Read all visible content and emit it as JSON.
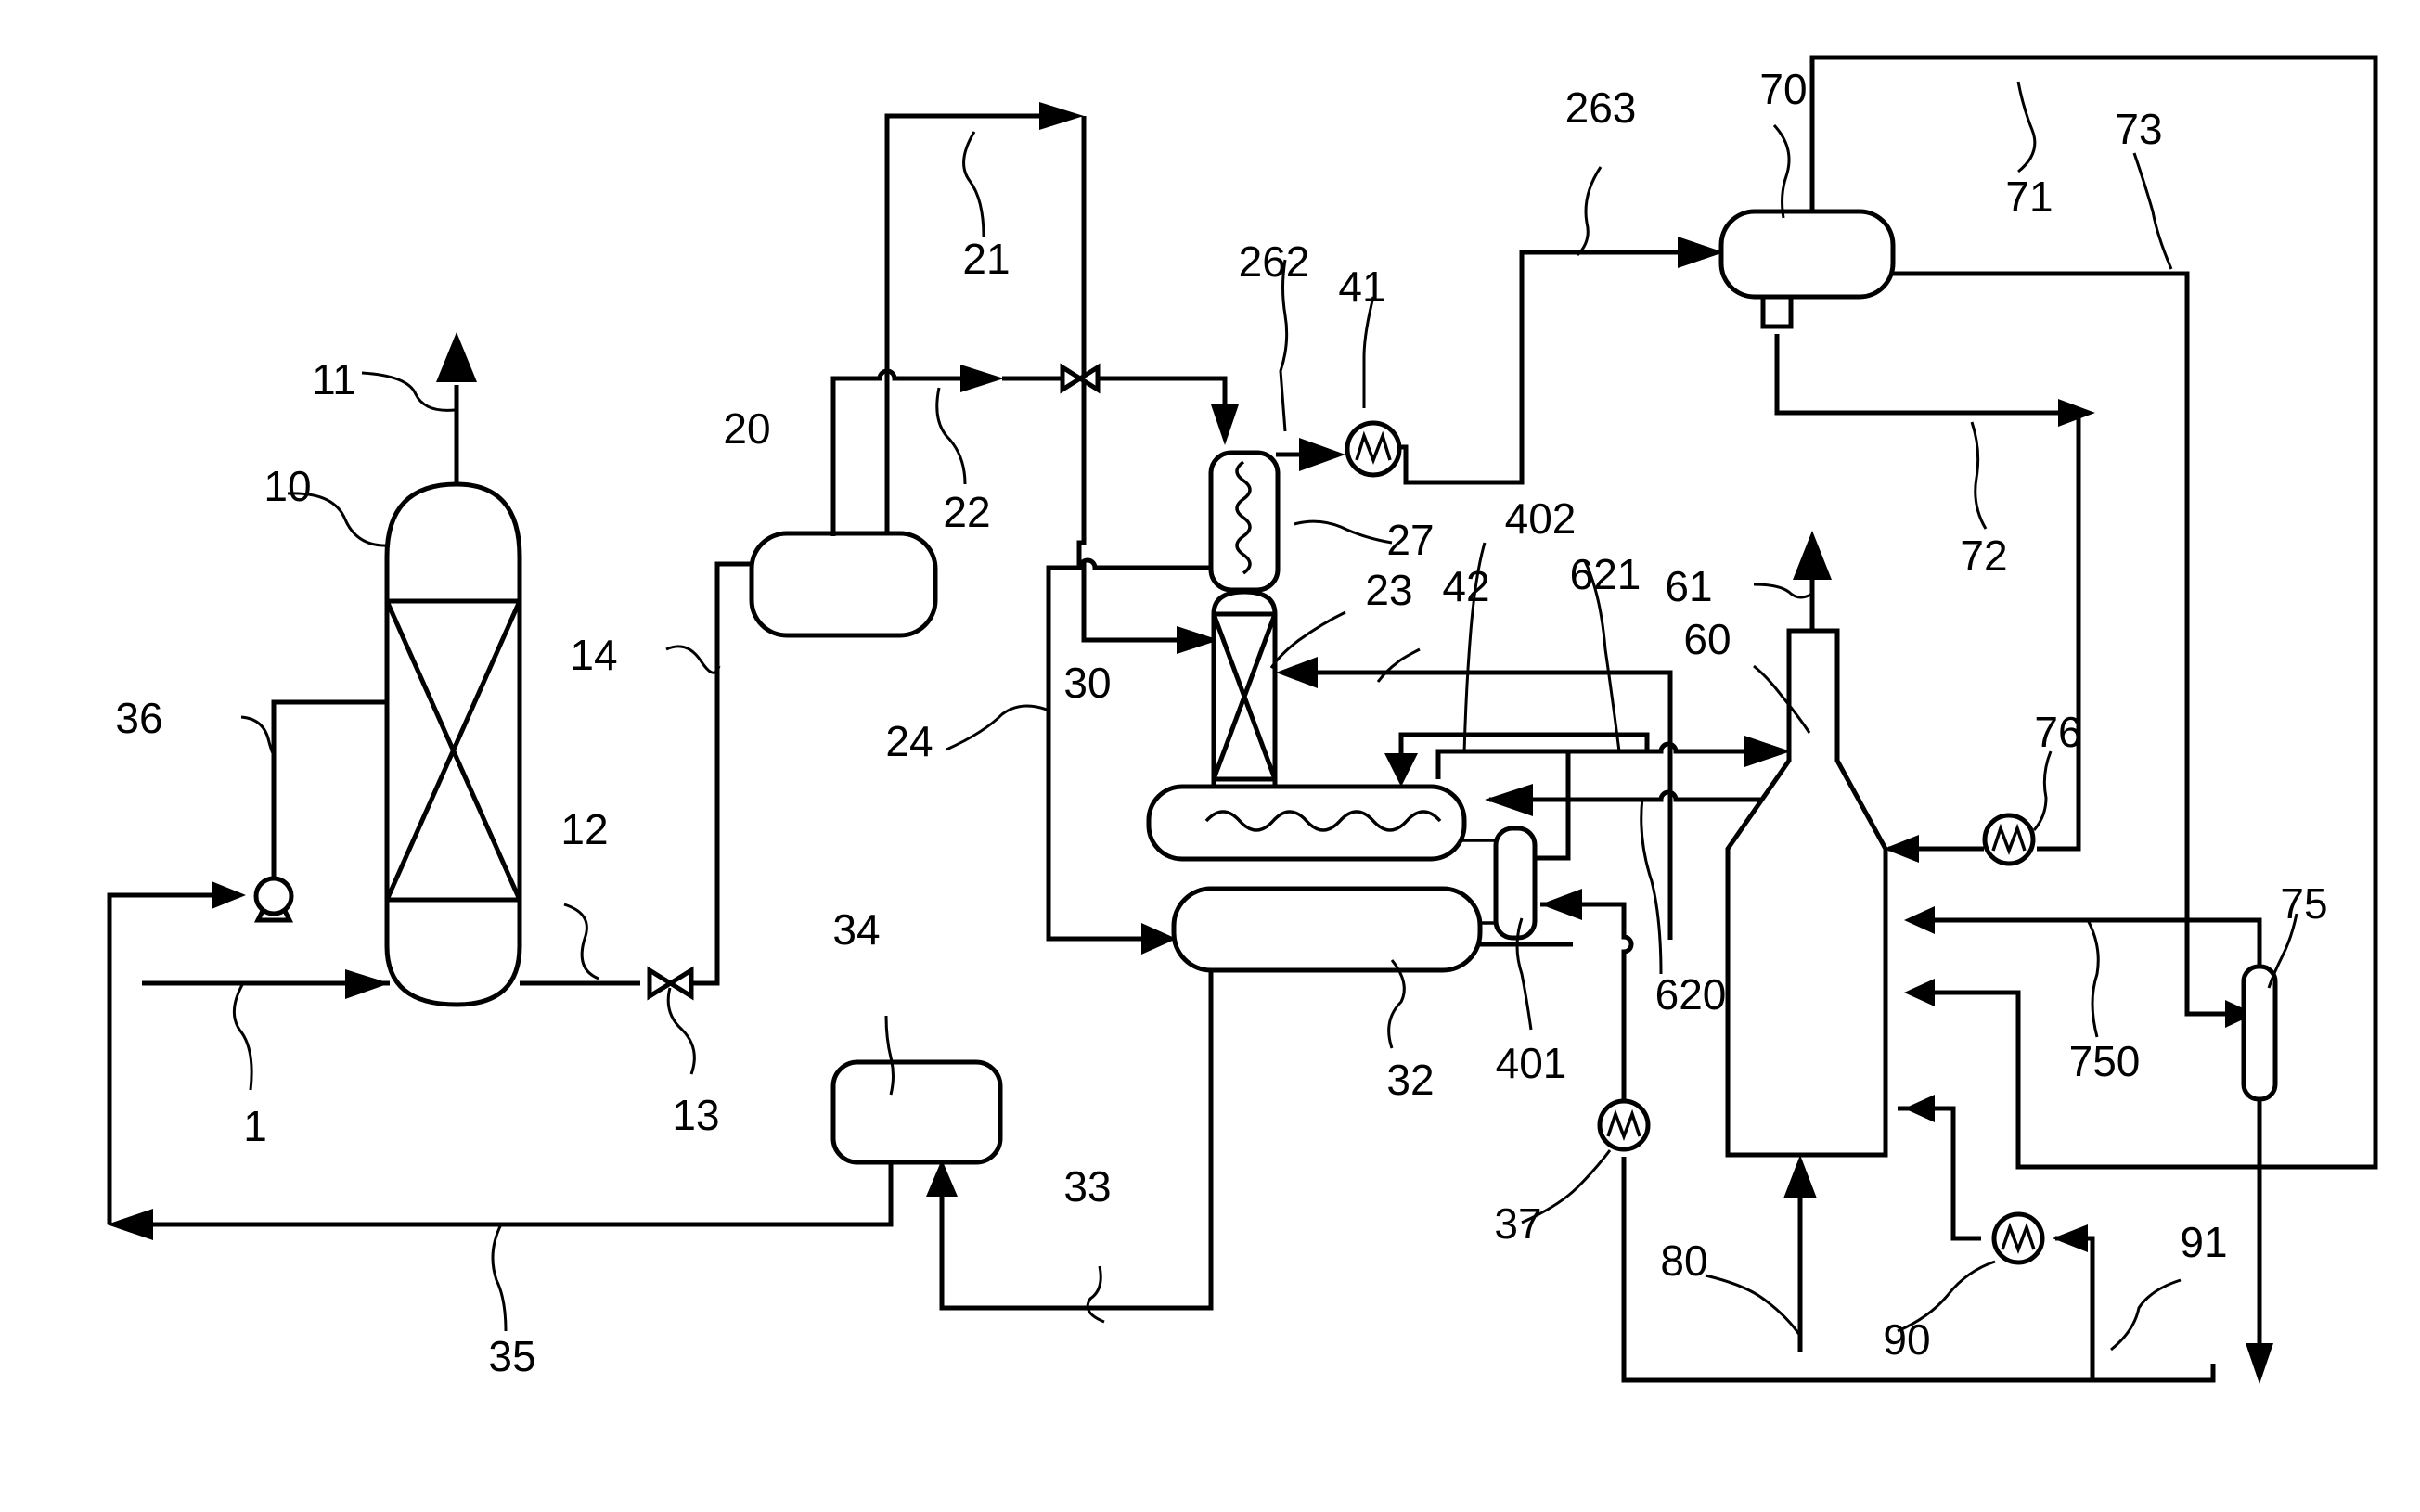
{
  "labels": {
    "l1": "1",
    "l10": "10",
    "l11": "11",
    "l12": "12",
    "l13": "13",
    "l14": "14",
    "l20": "20",
    "l21": "21",
    "l22": "22",
    "l23": "23",
    "l24": "24",
    "l27": "27",
    "l30": "30",
    "l32": "32",
    "l33": "33",
    "l34": "34",
    "l35": "35",
    "l36": "36",
    "l37": "37",
    "l41": "41",
    "l42": "42",
    "l401": "401",
    "l402": "402",
    "l60": "60",
    "l61": "61",
    "l620": "620",
    "l621": "621",
    "l70": "70",
    "l71": "71",
    "l72": "72",
    "l73": "73",
    "l75": "75",
    "l750": "750",
    "l76": "76",
    "l80": "80",
    "l90": "90",
    "l91": "91",
    "l262": "262",
    "l263": "263"
  }
}
